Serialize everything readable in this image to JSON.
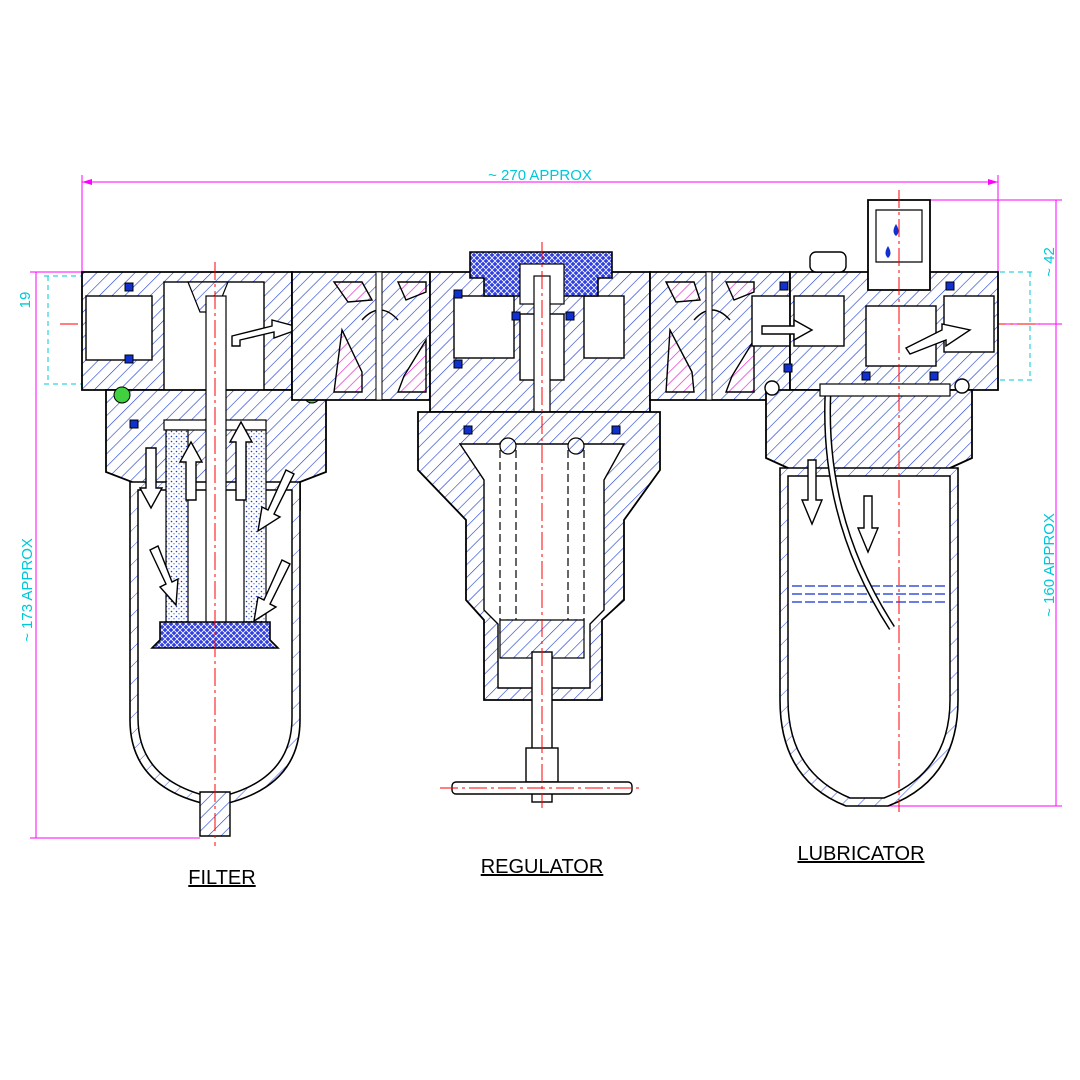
{
  "dimensions": {
    "overall_width": "~ 270 APPROX",
    "port_height": "19",
    "right_height": "~ 42",
    "filter_height": "~ 173 APPROX",
    "lubricator_height": "~ 160 APPROX"
  },
  "units": {
    "filter": "FILTER",
    "regulator": "REGULATOR",
    "lubricator": "LUBRICATOR"
  },
  "colors": {
    "body_hatch": "#1a3ad0",
    "dimension_line": "#ff00ff",
    "dimension_text": "#00c8d8",
    "center_line": "#ff0000",
    "seal": "#1030d0",
    "spring_seal": "#40d040"
  }
}
